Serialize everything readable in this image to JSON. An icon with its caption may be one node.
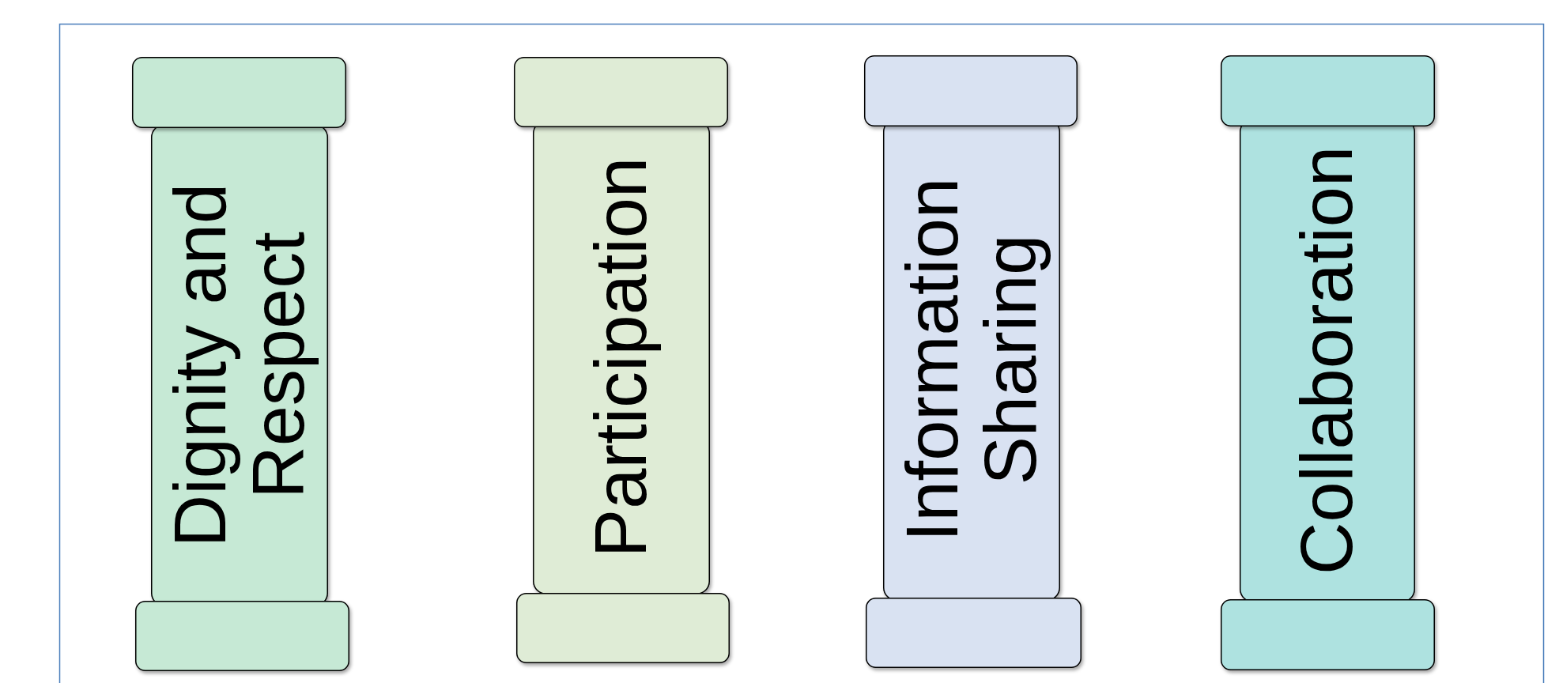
{
  "diagram": {
    "nodes": [
      {
        "text": [
          "Dignity and Respect"
        ]
      },
      {
        "text": [
          "Participation"
        ]
      },
      {
        "text": [
          "Information Sharing"
        ]
      },
      {
        "text": [
          "Collaboration"
        ]
      }
    ]
  }
}
